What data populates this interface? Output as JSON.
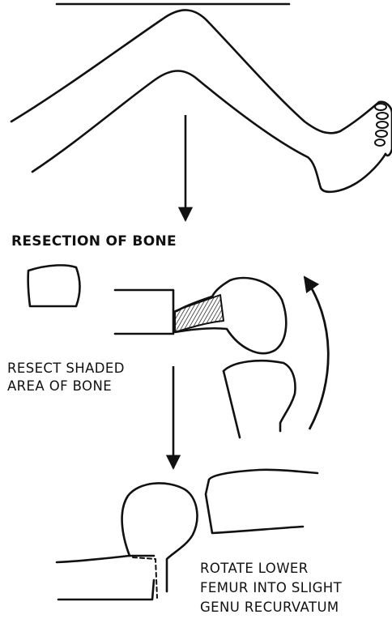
{
  "figure": {
    "heading": "RESECTION OF BONE",
    "resect_label": [
      "RESECT SHADED",
      "AREA OF BONE"
    ],
    "rotate_label": [
      "ROTATE LOWER",
      "FEMUR INTO SLIGHT",
      "GENU RECURVATUM"
    ]
  },
  "colors": {
    "ink": "#111111",
    "background": "#ffffff"
  }
}
